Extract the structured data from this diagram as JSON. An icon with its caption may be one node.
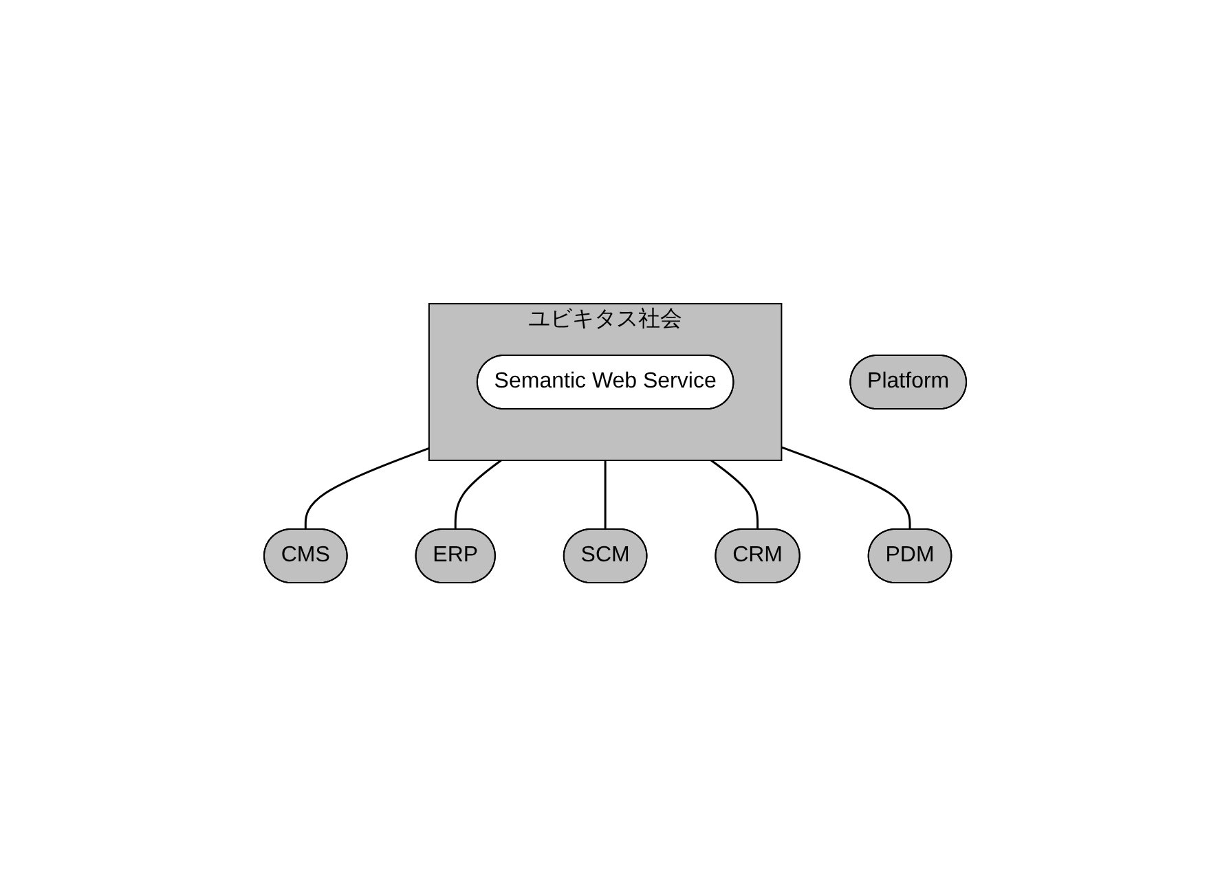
{
  "diagram": {
    "nodes": [
      {
        "text": [
          "ユビキタス社会"
        ]
      },
      {
        "text": [
          "Semantic Web Service"
        ],
        "in": 0
      },
      {
        "text": [
          "Platform"
        ]
      },
      {
        "text": [
          "CMS"
        ]
      },
      {
        "text": [
          "ERP"
        ]
      },
      {
        "text": [
          "SCM"
        ]
      },
      {
        "text": [
          "CRM"
        ]
      },
      {
        "text": [
          "PDM"
        ]
      }
    ],
    "edges": [
      {
        "from": 0,
        "to": 3,
        "arrow": "none"
      },
      {
        "from": 0,
        "to": 4,
        "arrow": "none"
      },
      {
        "from": 0,
        "to": 5,
        "arrow": "none"
      },
      {
        "from": 0,
        "to": 6,
        "arrow": "none"
      },
      {
        "from": 0,
        "to": 7,
        "arrow": "none"
      }
    ]
  }
}
